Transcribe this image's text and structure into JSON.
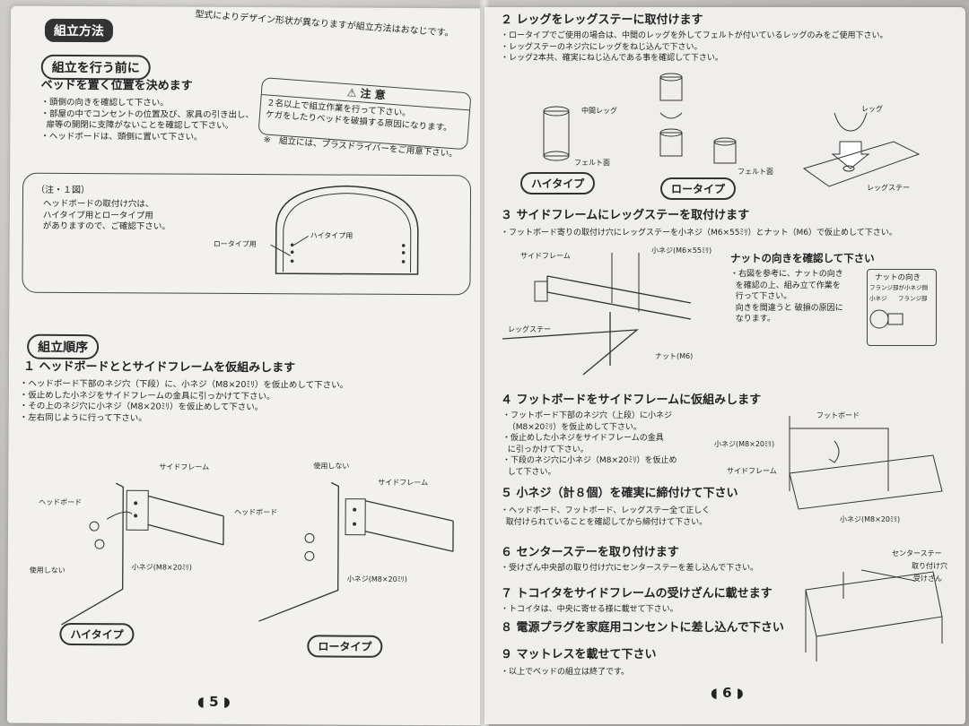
{
  "left": {
    "header_title": "組立方法",
    "header_note": "型式によりデザイン形状が異なりますが組立方法はおなじです。",
    "before_title": "組立を行う前に",
    "bed_position": "ベッドを置く位置を決めます",
    "bed_bullets": "・頭側の向きを確認して下さい。\n・部屋の中でコンセントの位置及び、家具の引き出し、\n  扉等の開閉に支障がないことを確認して下さい。\n・ヘッドボードは、頭側に置いて下さい。",
    "caution_title": "注 意",
    "caution_text": "２名以上で組立作業を行って下さい。\nケガをしたりベッドを破損する原因になります。",
    "caution_note": "※　組立には、プラスドライバーをご用意下さい。",
    "note_box_title": "（注・１図）",
    "note_box_text": "ヘッドボードの取付け穴は、\nハイタイプ用とロータイプ用\nがありますので、ご確認下さい。",
    "fig1_low": "ロータイプ用",
    "fig1_high": "ハイタイプ用",
    "order_title": "組立順序",
    "step1_title": "１ ヘッドボードととサイドフレームを仮組みします",
    "step1_bullets": "・ヘッドボード下部のネジ穴（下段）に、小ネジ（M8×20ﾐﾘ）を仮止めして下さい。\n・仮止めした小ネジをサイドフレームの金具に引っかけて下さい。\n・その上のネジ穴に小ネジ（M8×20ﾐﾘ）を仮止めして下さい。\n・左右同じように行って下さい。",
    "fig_side_frame": "サイドフレーム",
    "fig_headboard": "ヘッドボード",
    "fig_unused": "使用しない",
    "fig_screw": "小ネジ(M8×20ﾐﾘ)",
    "high_type": "ハイタイプ",
    "low_type": "ロータイプ",
    "page_number": "5"
  },
  "right": {
    "step2_title": "２ レッグをレッグステーに取付けます",
    "step2_bullets": "・ロータイプでご使用の場合は、中間のレッグを外してフェルトが付いているレッグのみをご使用下さい。\n・レッグステーのネジ穴にレッグをねじ込んで下さい。\n・レッグ2本共、確実にねじ込んである事を確認して下さい。",
    "fig_middle_leg": "中間レッグ",
    "fig_felt": "フェルト面",
    "fig_felt2": "フェルト面",
    "fig_leg": "レッグ",
    "fig_leg_stay": "レッグステー",
    "high_type": "ハイタイプ",
    "low_type": "ロータイプ",
    "step3_title": "３ サイドフレームにレッグステーを取付けます",
    "step3_bullet": "・フットボード寄りの取付け穴にレッグステーを小ネジ（M6×55ﾐﾘ）とナット（M6）で仮止めして下さい。",
    "fig3_side": "サイドフレーム",
    "fig3_screw": "小ネジ(M6×55ﾐﾘ)",
    "fig3_legstay": "レッグステー",
    "fig3_nut": "ナット(M6)",
    "nut_title": "ナットの向きを確認して下さい",
    "nut_text": "・右図を参考に、ナットの向き\n  を確認の上、組み立て作業を\n  行って下さい。\n  向きを間違うと 破損の原因に\n  なります。",
    "nut_box_title": "ナットの向き",
    "nut_box_sub": "フランジ部が小ネジ側",
    "nut_small": "小ネジ",
    "nut_flange": "フランジ部",
    "step4_title": "４ フットボードをサイドフレームに仮組みします",
    "step4_bullets": "・フットボード下部のネジ穴（上段）に小ネジ\n  （M8×20ﾐﾘ）を仮止めして下さい。\n・仮止めした小ネジをサイドフレームの金具\n  に引っかけて下さい。\n・下段のネジ穴に小ネジ（M8×20ﾐﾘ）を仮止め\n  して下さい。",
    "fig4_footboard": "フットボード",
    "fig4_screw": "小ネジ(M8×20ﾐﾘ)",
    "fig4_side": "サイドフレーム",
    "fig4_screw2": "小ネジ(M8×20ﾐﾘ)",
    "step5_title": "５ 小ネジ（計８個）を確実に締付けて下さい",
    "step5_bullets": "・ヘッドボード、フットボード、レッグステー全て正しく\n  取付けられていることを確認してから締付けて下さい。",
    "step6_title": "６ センターステーを取り付けます",
    "step6_bullet": "・受けざん中央部の取り付け穴にセンターステーを差し込んで下さい。",
    "fig6_center": "センターステー",
    "fig6_hole": "取り付け穴",
    "fig6_rail": "受けざん",
    "step7_title": "７ トコイタをサイドフレームの受けざんに載せます",
    "step7_bullet": "・トコイタは、中央に寄せる様に載せて下さい。",
    "step8_title": "８ 電源プラグを家庭用コンセントに差し込んで下さい",
    "step9_title": "９ マットレスを載せて下さい",
    "step9_bullet": "・以上でベッドの組立は終了です。",
    "page_number": "6"
  }
}
